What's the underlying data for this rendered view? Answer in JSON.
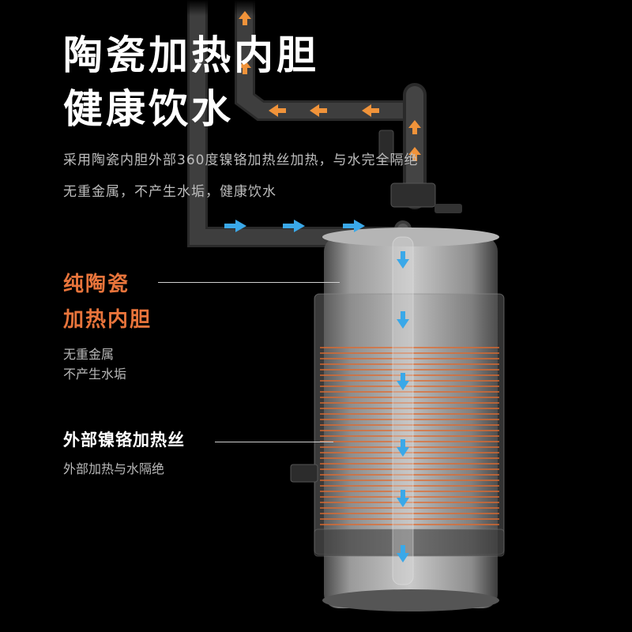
{
  "headline": {
    "line1": "陶瓷加热内胆",
    "line2": "健康饮水"
  },
  "description": {
    "line1": "采用陶瓷内胆外部360度镍铬加热丝加热，与水完全隔绝",
    "line2": "无重金属，不产生水垢，健康饮水"
  },
  "callout_ceramic": {
    "title_line1": "纯陶瓷",
    "title_line2": "加热内胆",
    "sub_line1": "无重金属",
    "sub_line2": "不产生水垢"
  },
  "callout_wire": {
    "title": "外部镍铬加热丝",
    "sub": "外部加热与水隔绝"
  },
  "colors": {
    "background": "#000000",
    "accent_orange": "#e8743b",
    "flow_blue": "#3aa8e8",
    "flow_orange": "#f0933a",
    "coil": "#e06a2e"
  },
  "icons": {
    "flow_arrow": "arrow-icon"
  }
}
